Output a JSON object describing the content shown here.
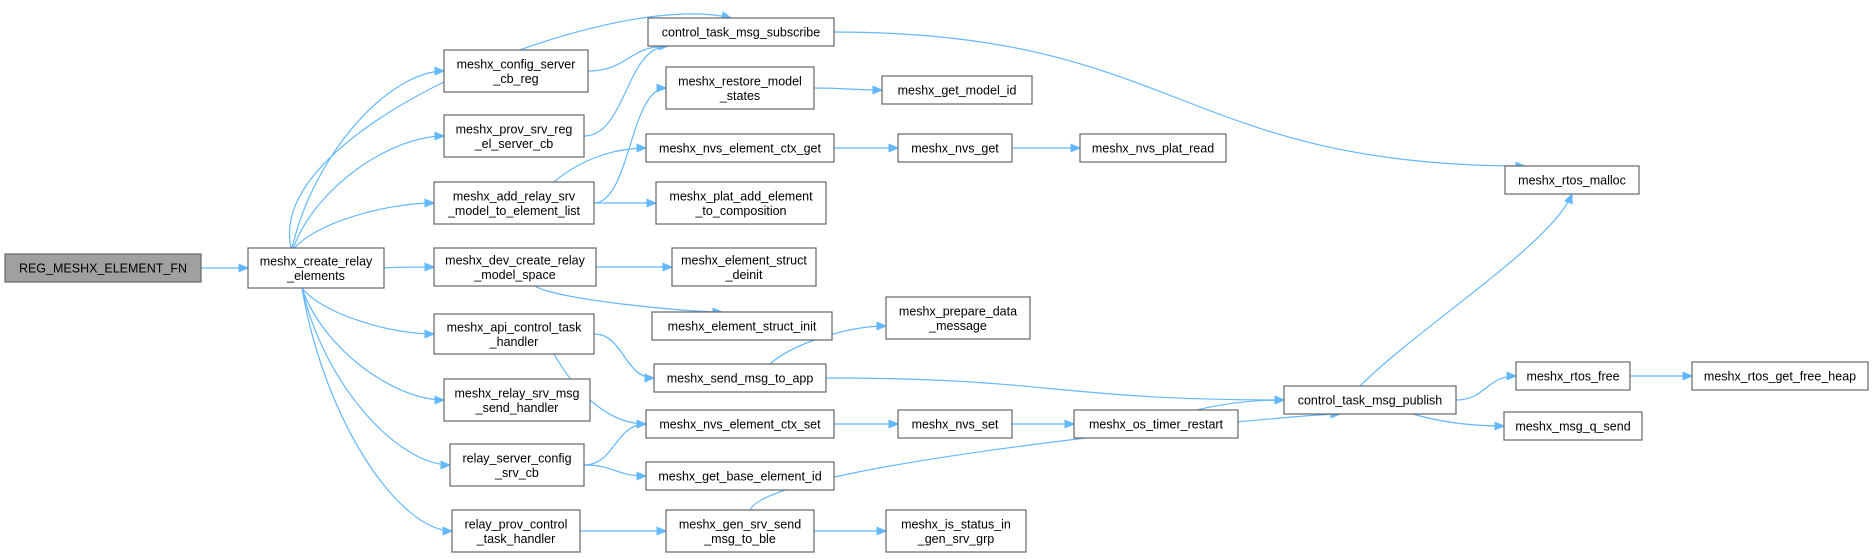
{
  "diagram": {
    "colors": {
      "edge": "#63b8ff",
      "root_fill": "#a0a0a0",
      "node_border": "#666666"
    },
    "nodes": {
      "reg_meshx_element_fn": [
        "REG_MESHX_ELEMENT_FN"
      ],
      "meshx_create_relay_elements": [
        "meshx_create_relay",
        "_elements"
      ],
      "control_task_msg_subscribe": [
        "control_task_msg_subscribe"
      ],
      "meshx_config_server_cb_reg": [
        "meshx_config_server",
        "_cb_reg"
      ],
      "meshx_prov_srv_reg_el_server_cb": [
        "meshx_prov_srv_reg",
        "_el_server_cb"
      ],
      "meshx_add_relay_srv_model_to_element_list": [
        "meshx_add_relay_srv",
        "_model_to_element_list"
      ],
      "meshx_dev_create_relay_model_space": [
        "meshx_dev_create_relay",
        "_model_space"
      ],
      "meshx_api_control_task_handler": [
        "meshx_api_control_task",
        "_handler"
      ],
      "meshx_relay_srv_msg_send_handler": [
        "meshx_relay_srv_msg",
        "_send_handler"
      ],
      "relay_server_config_srv_cb": [
        "relay_server_config",
        "_srv_cb"
      ],
      "relay_prov_control_task_handler": [
        "relay_prov_control",
        "_task_handler"
      ],
      "meshx_restore_model_states": [
        "meshx_restore_model",
        "_states"
      ],
      "meshx_nvs_element_ctx_get": [
        "meshx_nvs_element_ctx_get"
      ],
      "meshx_plat_add_element_to_composition": [
        "meshx_plat_add_element",
        "_to_composition"
      ],
      "meshx_element_struct_deinit": [
        "meshx_element_struct",
        "_deinit"
      ],
      "meshx_element_struct_init": [
        "meshx_element_struct_init"
      ],
      "meshx_send_msg_to_app": [
        "meshx_send_msg_to_app"
      ],
      "meshx_nvs_element_ctx_set": [
        "meshx_nvs_element_ctx_set"
      ],
      "meshx_get_base_element_id": [
        "meshx_get_base_element_id"
      ],
      "meshx_gen_srv_send_msg_to_ble": [
        "meshx_gen_srv_send",
        "_msg_to_ble"
      ],
      "meshx_get_model_id": [
        "meshx_get_model_id"
      ],
      "meshx_nvs_get": [
        "meshx_nvs_get"
      ],
      "meshx_nvs_plat_read": [
        "meshx_nvs_plat_read"
      ],
      "meshx_prepare_data_message": [
        "meshx_prepare_data",
        "_message"
      ],
      "meshx_nvs_set": [
        "meshx_nvs_set"
      ],
      "meshx_os_timer_restart": [
        "meshx_os_timer_restart"
      ],
      "meshx_is_status_in_gen_srv_grp": [
        "meshx_is_status_in",
        "_gen_srv_grp"
      ],
      "control_task_msg_publish": [
        "control_task_msg_publish"
      ],
      "meshx_rtos_malloc": [
        "meshx_rtos_malloc"
      ],
      "meshx_rtos_free": [
        "meshx_rtos_free"
      ],
      "meshx_msg_q_send": [
        "meshx_msg_q_send"
      ],
      "meshx_rtos_get_free_heap": [
        "meshx_rtos_get_free_heap"
      ]
    },
    "edges": [
      [
        "reg_meshx_element_fn",
        "meshx_create_relay_elements"
      ],
      [
        "meshx_create_relay_elements",
        "control_task_msg_subscribe"
      ],
      [
        "meshx_create_relay_elements",
        "meshx_config_server_cb_reg"
      ],
      [
        "meshx_create_relay_elements",
        "meshx_prov_srv_reg_el_server_cb"
      ],
      [
        "meshx_create_relay_elements",
        "meshx_add_relay_srv_model_to_element_list"
      ],
      [
        "meshx_create_relay_elements",
        "meshx_dev_create_relay_model_space"
      ],
      [
        "meshx_create_relay_elements",
        "meshx_api_control_task_handler"
      ],
      [
        "meshx_create_relay_elements",
        "meshx_relay_srv_msg_send_handler"
      ],
      [
        "meshx_create_relay_elements",
        "relay_server_config_srv_cb"
      ],
      [
        "meshx_create_relay_elements",
        "relay_prov_control_task_handler"
      ],
      [
        "meshx_config_server_cb_reg",
        "control_task_msg_subscribe"
      ],
      [
        "meshx_prov_srv_reg_el_server_cb",
        "control_task_msg_subscribe"
      ],
      [
        "meshx_add_relay_srv_model_to_element_list",
        "meshx_restore_model_states"
      ],
      [
        "meshx_add_relay_srv_model_to_element_list",
        "meshx_nvs_element_ctx_get"
      ],
      [
        "meshx_add_relay_srv_model_to_element_list",
        "meshx_plat_add_element_to_composition"
      ],
      [
        "meshx_dev_create_relay_model_space",
        "meshx_element_struct_deinit"
      ],
      [
        "meshx_dev_create_relay_model_space",
        "meshx_element_struct_init"
      ],
      [
        "meshx_api_control_task_handler",
        "meshx_send_msg_to_app"
      ],
      [
        "meshx_api_control_task_handler",
        "meshx_nvs_element_ctx_set"
      ],
      [
        "relay_server_config_srv_cb",
        "meshx_nvs_element_ctx_set"
      ],
      [
        "relay_server_config_srv_cb",
        "meshx_get_base_element_id"
      ],
      [
        "relay_prov_control_task_handler",
        "meshx_gen_srv_send_msg_to_ble"
      ],
      [
        "meshx_restore_model_states",
        "meshx_get_model_id"
      ],
      [
        "meshx_nvs_element_ctx_get",
        "meshx_nvs_get"
      ],
      [
        "meshx_nvs_get",
        "meshx_nvs_plat_read"
      ],
      [
        "meshx_send_msg_to_app",
        "meshx_prepare_data_message"
      ],
      [
        "meshx_send_msg_to_app",
        "control_task_msg_publish"
      ],
      [
        "meshx_nvs_element_ctx_set",
        "meshx_nvs_set"
      ],
      [
        "meshx_nvs_set",
        "meshx_os_timer_restart"
      ],
      [
        "meshx_os_timer_restart",
        "control_task_msg_publish"
      ],
      [
        "meshx_gen_srv_send_msg_to_ble",
        "control_task_msg_publish"
      ],
      [
        "meshx_gen_srv_send_msg_to_ble",
        "meshx_is_status_in_gen_srv_grp"
      ],
      [
        "control_task_msg_subscribe",
        "meshx_rtos_malloc"
      ],
      [
        "control_task_msg_publish",
        "meshx_rtos_malloc"
      ],
      [
        "control_task_msg_publish",
        "meshx_rtos_free"
      ],
      [
        "control_task_msg_publish",
        "meshx_msg_q_send"
      ],
      [
        "meshx_rtos_free",
        "meshx_rtos_get_free_heap"
      ]
    ]
  }
}
